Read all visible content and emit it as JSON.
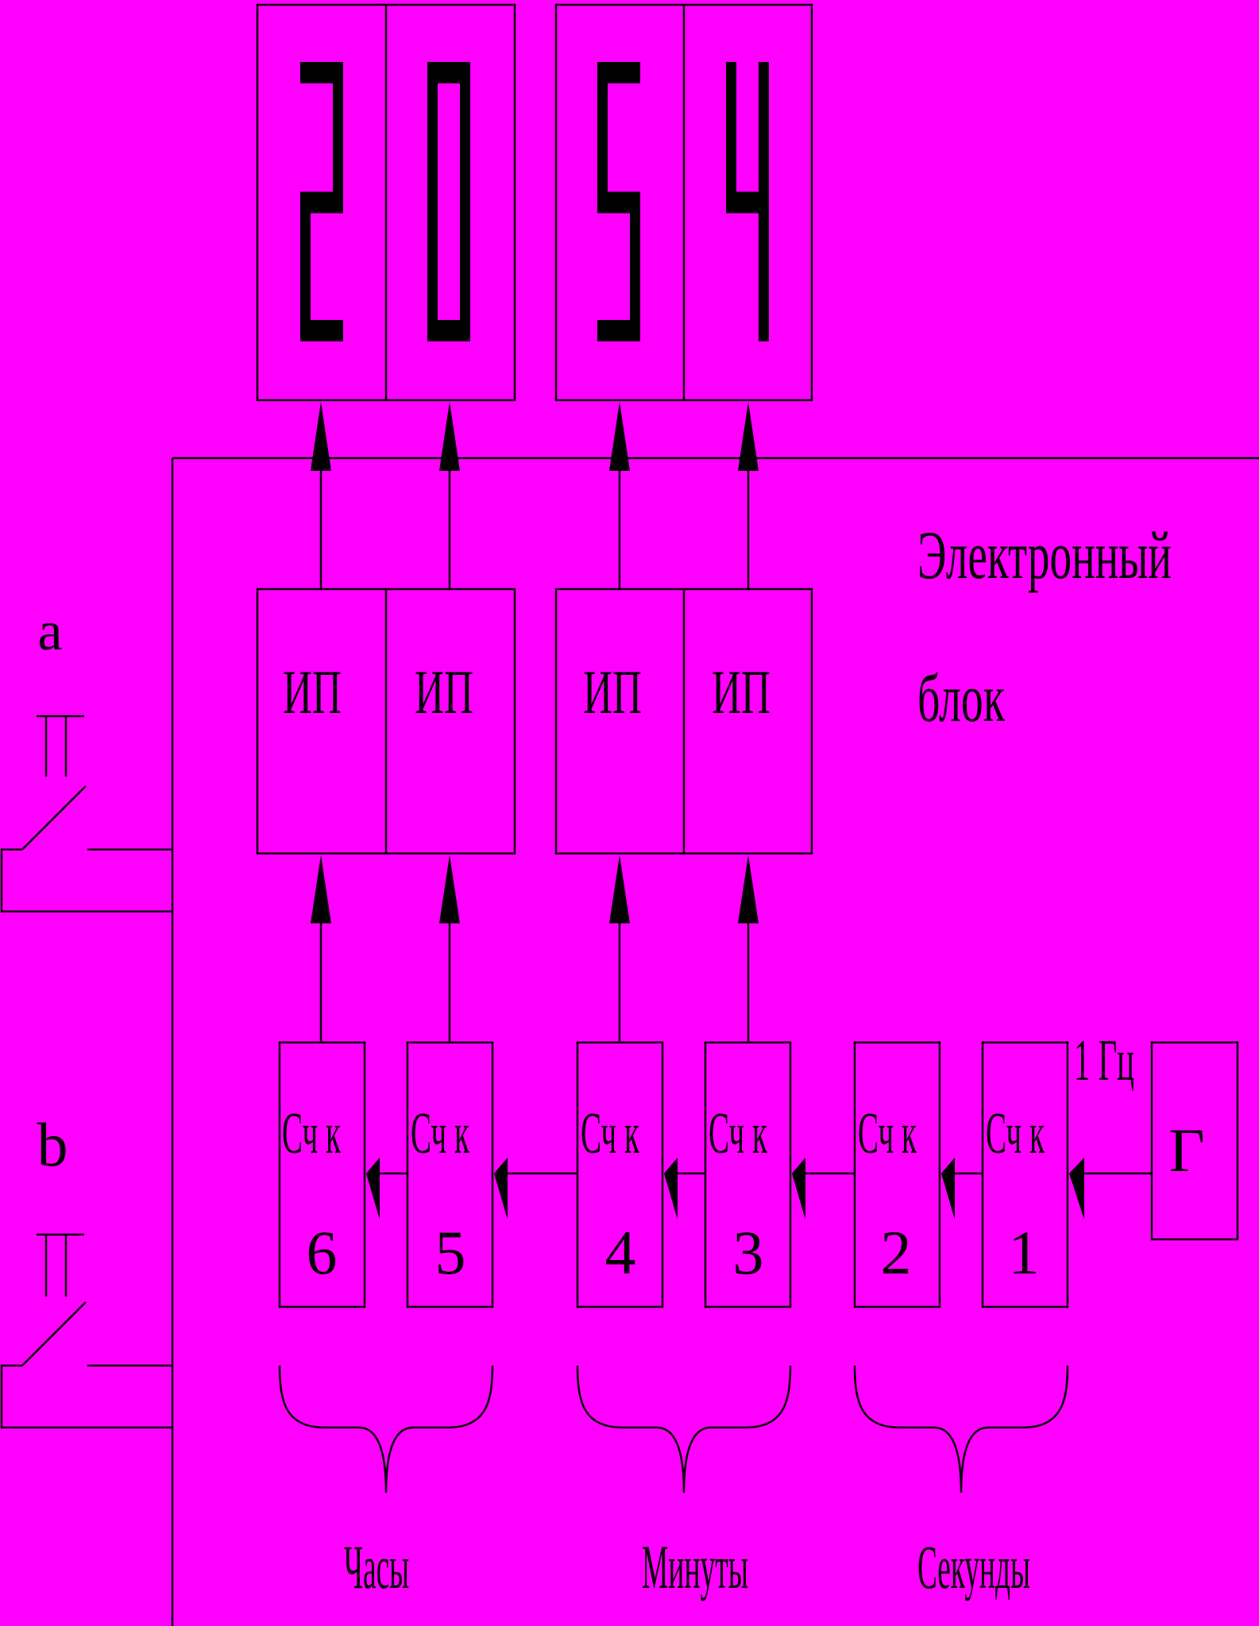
{
  "display": {
    "digits": [
      "2",
      "0",
      "5",
      "4"
    ]
  },
  "block": {
    "title_line1": "Электронный",
    "title_line2": "блок"
  },
  "converters": {
    "label": "ИП"
  },
  "counters": [
    {
      "label": "Сч к",
      "number": "6"
    },
    {
      "label": "Сч к",
      "number": "5"
    },
    {
      "label": "Сч к",
      "number": "4"
    },
    {
      "label": "Сч к",
      "number": "3"
    },
    {
      "label": "Сч к",
      "number": "2"
    },
    {
      "label": "Сч к",
      "number": "1"
    }
  ],
  "generator": {
    "label": "Г",
    "frequency": "1 Гц"
  },
  "switches": {
    "a": "a",
    "b": "b"
  },
  "groups": {
    "hours": "Часы",
    "minutes": "Минуты",
    "seconds": "Секунды"
  },
  "colors": {
    "background": "#ff00ff",
    "line": "#000000"
  }
}
